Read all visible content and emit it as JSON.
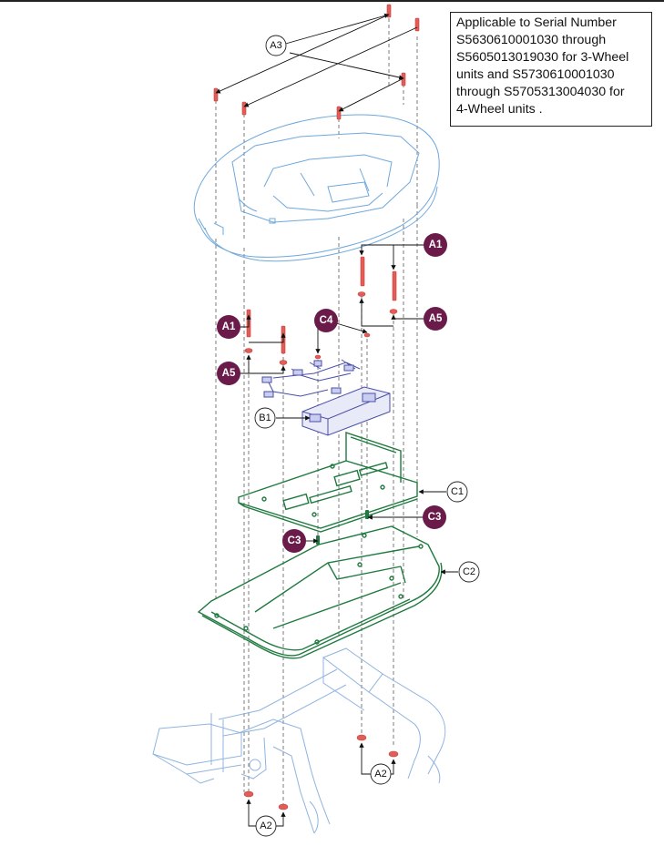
{
  "note": {
    "lines": [
      "Applicable to Serial Number",
      "S5630610001030 through",
      "S5605013019030 for 3-Wheel",
      "units and S5730610001030",
      "through S5705313004030 for",
      "4-Wheel units ."
    ]
  },
  "callouts": {
    "a3": "A3",
    "a1_right": "A1",
    "a1_left": "A1",
    "a5_right": "A5",
    "a5_left": "A5",
    "c4": "C4",
    "b1": "B1",
    "c1": "C1",
    "c3_right": "C3",
    "c3_left": "C3",
    "c2": "C2",
    "a2_right": "A2",
    "a2_left": "A2"
  },
  "colors": {
    "shroud": "#6fa8dc",
    "frame": "#8fb4df",
    "electronics": "#4b4fa8",
    "tray": "#1f7a3f",
    "hardware": "#e35d56",
    "badge": "#6b1b4a",
    "leader": "#222222"
  }
}
